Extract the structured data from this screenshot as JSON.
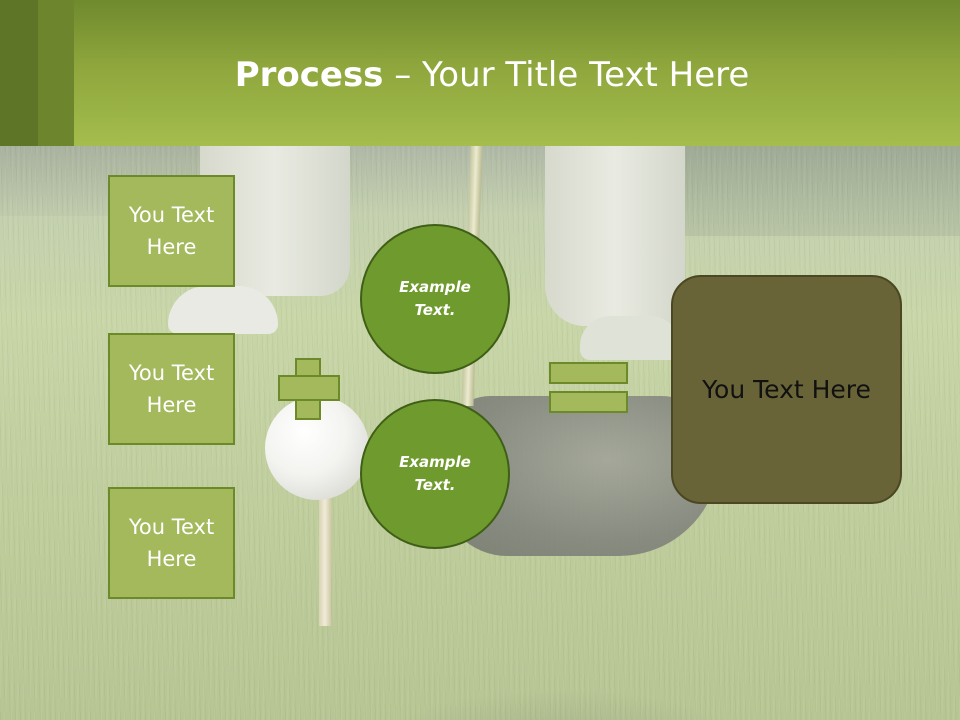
{
  "slide": {
    "title_bold": "Process",
    "title_rest": " – Your Title Text Here"
  },
  "boxes": [
    {
      "label": "You Text Here"
    },
    {
      "label": "You Text Here"
    },
    {
      "label": "You Text Here"
    }
  ],
  "circles": [
    {
      "label": "Example Text."
    },
    {
      "label": "Example Text."
    }
  ],
  "result": {
    "label": "You Text Here"
  },
  "colors": {
    "header": "#a4bd4d",
    "box_fill": "#a3b95c",
    "circle_fill": "#6f9a2e",
    "result_fill": "#686437"
  },
  "icons": {
    "operator_left": "plus-icon",
    "operator_right": "equals-icon"
  }
}
